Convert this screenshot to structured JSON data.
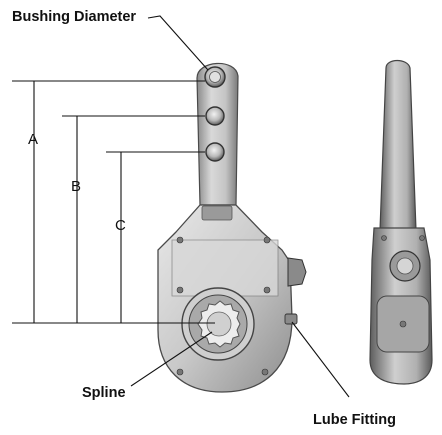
{
  "labels": {
    "bushing_diameter": "Bushing Diameter",
    "dim_a": "A",
    "dim_b": "B",
    "dim_c": "C",
    "spline": "Spline",
    "lube_fitting": "Lube Fitting"
  },
  "colors": {
    "line": "#111111",
    "metal_light": "#e4e4e4",
    "metal_mid": "#bdbdbd",
    "metal_dark": "#6f6f6f",
    "metal_shadow": "#444444"
  }
}
